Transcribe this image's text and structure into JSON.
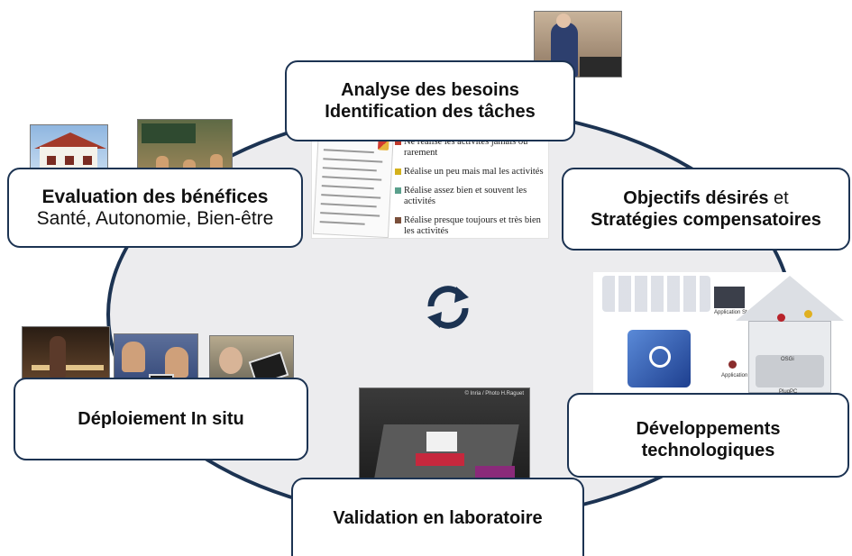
{
  "cycle": {
    "stages": {
      "analyse": {
        "line1": "Analyse des besoins",
        "line2": "Identification des tâches"
      },
      "objectifs": {
        "line1_bold": "Objectifs désirés",
        "line1_rest": " et",
        "line2": "Stratégies compensatoires"
      },
      "developpements": {
        "line1": "Développements",
        "line2": "technologiques"
      },
      "validation": {
        "line1": "Validation en laboratoire"
      },
      "deploiement": {
        "line1": "Déploiement In situ"
      },
      "evaluation": {
        "line1": "Evaluation des bénéfices",
        "line2": "Santé, Autonomie, Bien-être"
      }
    },
    "center_icon": "sync-arrows-icon",
    "colors": {
      "border": "#1c3352",
      "fill": "#ececee",
      "icon": "#1c3352"
    }
  },
  "questionnaire": {
    "legend": [
      {
        "text": "Ne réalise les activités jamais ou rarement",
        "color": "#c0392b"
      },
      {
        "text": "Réalise un peu mais mal les activités",
        "color": "#d4b11b"
      },
      {
        "text": "Réalise assez bien et souvent les activités",
        "color": "#5aa08c"
      },
      {
        "text": "Réalise presque toujours et très bien les activités",
        "color": "#7a4f3a"
      }
    ]
  },
  "photos": {
    "lab_credit": "© Inria / Photo H.Raguet",
    "dev_labels": {
      "store": "Application Store",
      "application": "Application",
      "osgi": "OSGi",
      "plugpc": "PlugPC"
    }
  }
}
